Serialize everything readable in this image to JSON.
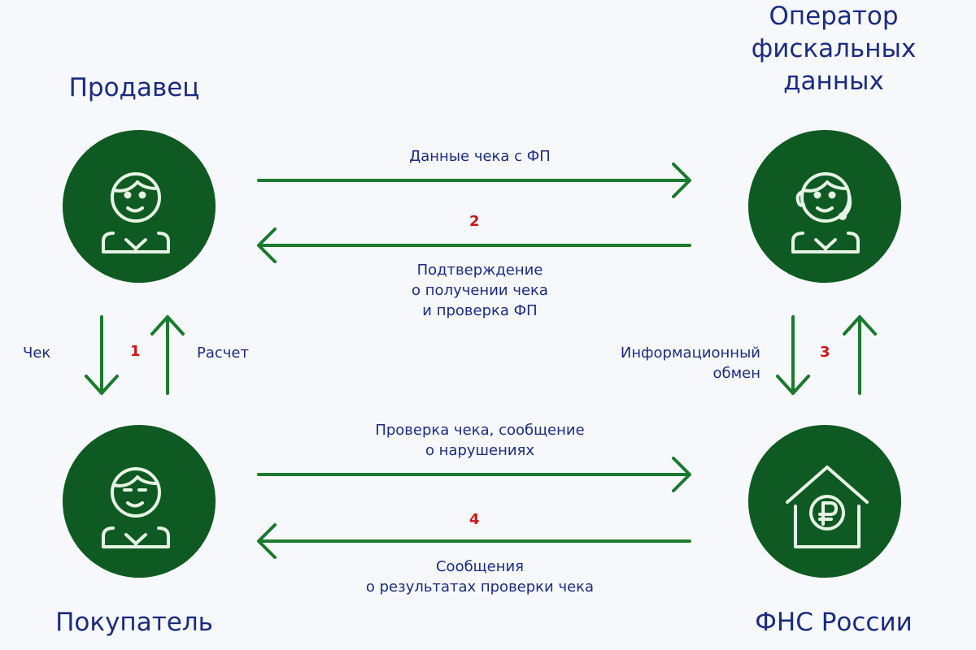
{
  "colors": {
    "circle": "#0f5a22",
    "arrow": "#1a7a2e",
    "text": "#1a2c80",
    "step_number": "#c81818",
    "icon_stroke": "#e6f4e6"
  },
  "actors": {
    "seller": {
      "title": "Продавец",
      "icon": "person-icon"
    },
    "operator": {
      "title_lines": [
        "Оператор",
        "фискальных",
        "данных"
      ],
      "icon": "operator-headset-icon"
    },
    "buyer": {
      "title": "Покупатель",
      "icon": "person-icon"
    },
    "fns": {
      "title": "ФНС России",
      "icon": "house-ruble-icon"
    }
  },
  "flows": {
    "step1": {
      "number": "1",
      "down_label": "Чек",
      "up_label": "Расчет"
    },
    "step2": {
      "number": "2",
      "forward_label": "Данные чека с ФП",
      "back_label_lines": [
        "Подтверждение",
        "о получении чека",
        "и проверка ФП"
      ]
    },
    "step3": {
      "number": "3",
      "label_lines": [
        "Информационный",
        "обмен"
      ]
    },
    "step4": {
      "number": "4",
      "forward_label_lines": [
        "Проверка чека, сообщение",
        "о нарушениях"
      ],
      "back_label_lines": [
        "Сообщения",
        "о результатах проверки чека"
      ]
    }
  }
}
